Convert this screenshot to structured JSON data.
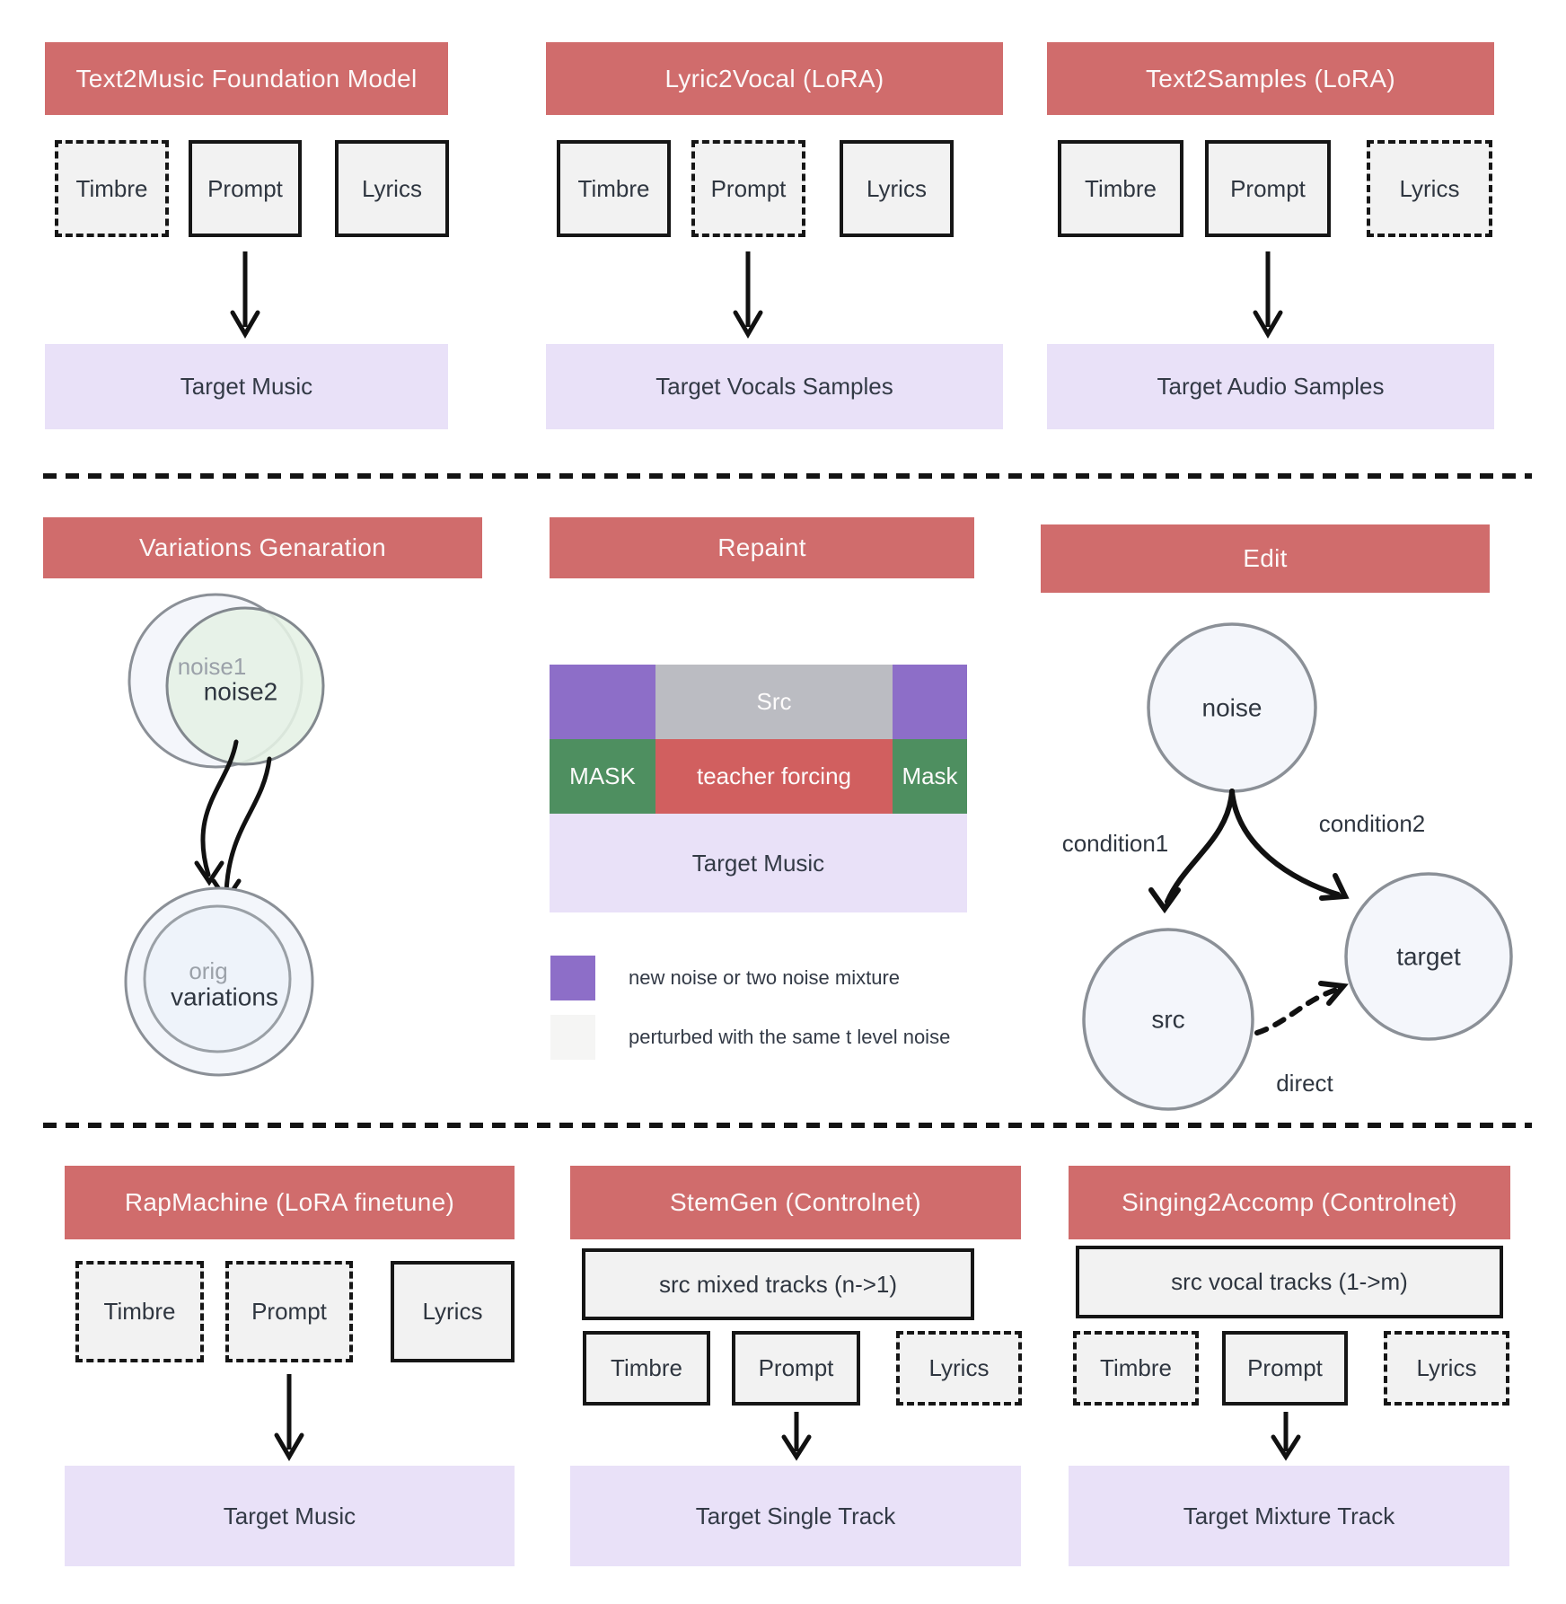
{
  "colors": {
    "header_red": "#d06c6c",
    "teacher_forcing_red": "#d15f5f",
    "noise_purple": "#8d6ec8",
    "mask_green": "#4e8f60",
    "src_gray": "#bbbcc2",
    "target_lavender": "#e9e1f8",
    "input_box_fill": "#f2f2f2",
    "outline_black": "#161616",
    "circle_fill": "#f4f6fb",
    "noise2_green_fill": "#e5f1e5",
    "legend_light": "#f5f5f4",
    "text_dark": "#2f3640",
    "text_gray": "#9ba1a9"
  },
  "panels": {
    "text2music": {
      "title": "Text2Music Foundation Model",
      "timbre": "Timbre",
      "prompt": "Prompt",
      "lyrics": "Lyrics",
      "target": "Target Music"
    },
    "lyric2vocal": {
      "title": "Lyric2Vocal (LoRA)",
      "timbre": "Timbre",
      "prompt": "Prompt",
      "lyrics": "Lyrics",
      "target": "Target Vocals Samples"
    },
    "text2samples": {
      "title": "Text2Samples (LoRA)",
      "timbre": "Timbre",
      "prompt": "Prompt",
      "lyrics": "Lyrics",
      "target": "Target Audio Samples"
    },
    "variations": {
      "title": "Variations Genaration",
      "noise1": "noise1",
      "noise2": "noise2",
      "orig": "orig",
      "variations": "variations"
    },
    "repaint": {
      "title": "Repaint",
      "src": "Src",
      "mask_left": "MASK",
      "teacher_forcing": "teacher forcing",
      "mask_right": "Mask",
      "target": "Target Music",
      "legend": [
        {
          "label": "new noise or two noise mixture"
        },
        {
          "label": "perturbed with the same t level noise"
        }
      ]
    },
    "edit": {
      "title": "Edit",
      "noise": "noise",
      "src": "src",
      "target": "target",
      "condition1": "condition1",
      "condition2": "condition2",
      "direct": "direct"
    },
    "rapmachine": {
      "title": "RapMachine (LoRA finetune)",
      "timbre": "Timbre",
      "prompt": "Prompt",
      "lyrics": "Lyrics",
      "target": "Target Music"
    },
    "stemgen": {
      "title": "StemGen (Controlnet)",
      "src_tracks": "src mixed tracks (n->1)",
      "timbre": "Timbre",
      "prompt": "Prompt",
      "lyrics": "Lyrics",
      "target": "Target Single Track"
    },
    "singing2accomp": {
      "title": "Singing2Accomp (Controlnet)",
      "src_tracks": "src vocal tracks (1->m)",
      "timbre": "Timbre",
      "prompt": "Prompt",
      "lyrics": "Lyrics",
      "target": "Target Mixture Track"
    }
  }
}
